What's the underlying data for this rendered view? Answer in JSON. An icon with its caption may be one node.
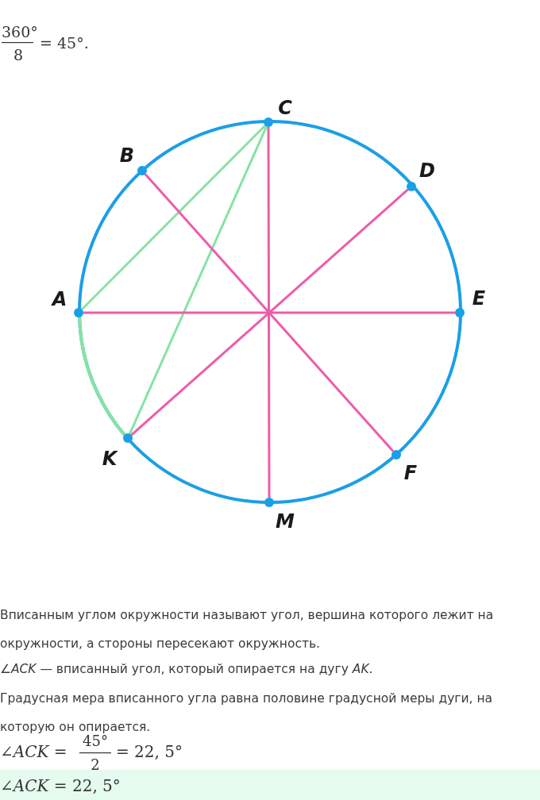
{
  "diagram": {
    "nodes": [
      {
        "text": [
          "C"
        ]
      },
      {
        "text": [
          "B"
        ]
      },
      {
        "text": [
          "D"
        ]
      },
      {
        "text": [
          "A"
        ]
      },
      {
        "text": [
          "E"
        ]
      },
      {
        "text": [
          "K"
        ]
      },
      {
        "text": [
          "F"
        ]
      },
      {
        "text": [
          "M"
        ]
      }
    ],
    "edges": [
      {
        "from": 0,
        "to": 3,
        "arrow": "none",
        "color": "#86e3a4"
      },
      {
        "from": 0,
        "to": 5,
        "arrow": "none",
        "color": "#86e3a4"
      },
      {
        "from": 1,
        "to": 6,
        "arrow": "none"
      },
      {
        "from": 2,
        "to": 5,
        "arrow": "none"
      },
      {
        "from": 3,
        "to": 4,
        "arrow": "none"
      },
      {
        "from": 0,
        "to": 7,
        "arrow": "none"
      }
    ],
    "labels": [
      "360°",
      "8",
      "= 45°.",
      "Вписанным углом окружности называют угол, вершина которого лежит на окружности, а стороны пересекают окружность.",
      "∠*ACK* — вписанный угол, который опирается на дугу *AK*.",
      "Градусная мера вписанного угла равна половине градусной меры дуги, на которую он опирается.",
      "∠*ACK* =",
      "45°",
      "2",
      "= 22, 5°",
      "∠*ACK* = 22, 5°"
    ]
  }
}
